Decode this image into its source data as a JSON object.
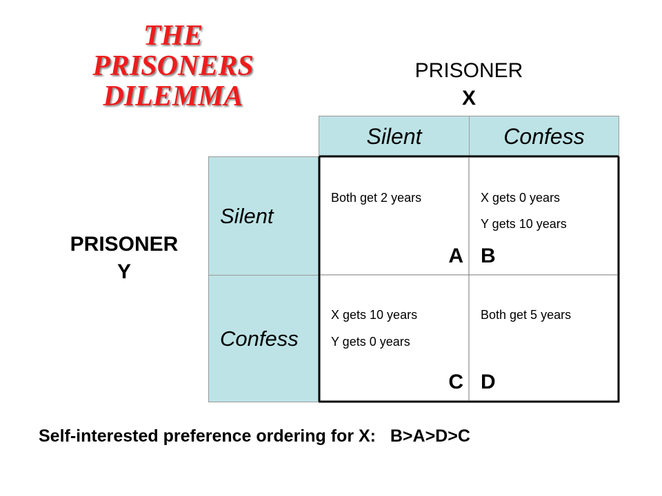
{
  "title": {
    "line1": "THE",
    "line2": "PRISONERS",
    "line3": "DILEMMA"
  },
  "player_x": {
    "label": "PRISONER",
    "letter": "X"
  },
  "player_y": {
    "label": "PRISONER",
    "letter": "Y"
  },
  "matrix": {
    "col_headers": [
      "Silent",
      "Confess"
    ],
    "row_headers": [
      "Silent",
      "Confess"
    ],
    "cells": {
      "A": {
        "line1": "Both get 2 years",
        "line2": "",
        "mark": "A"
      },
      "B": {
        "line1": "X gets 0 years",
        "line2": "Y gets 10 years",
        "mark": "B"
      },
      "C": {
        "line1": "X gets 10 years",
        "line2": "Y gets 0 years",
        "mark": "C"
      },
      "D": {
        "line1": "Both get 5 years",
        "line2": "",
        "mark": "D"
      }
    }
  },
  "footer": {
    "label": "Self-interested preference ordering for X:",
    "ordering": "B>A>D>C"
  },
  "colors": {
    "title": "#ee1c1c",
    "header_fill": "#bde3e6"
  }
}
